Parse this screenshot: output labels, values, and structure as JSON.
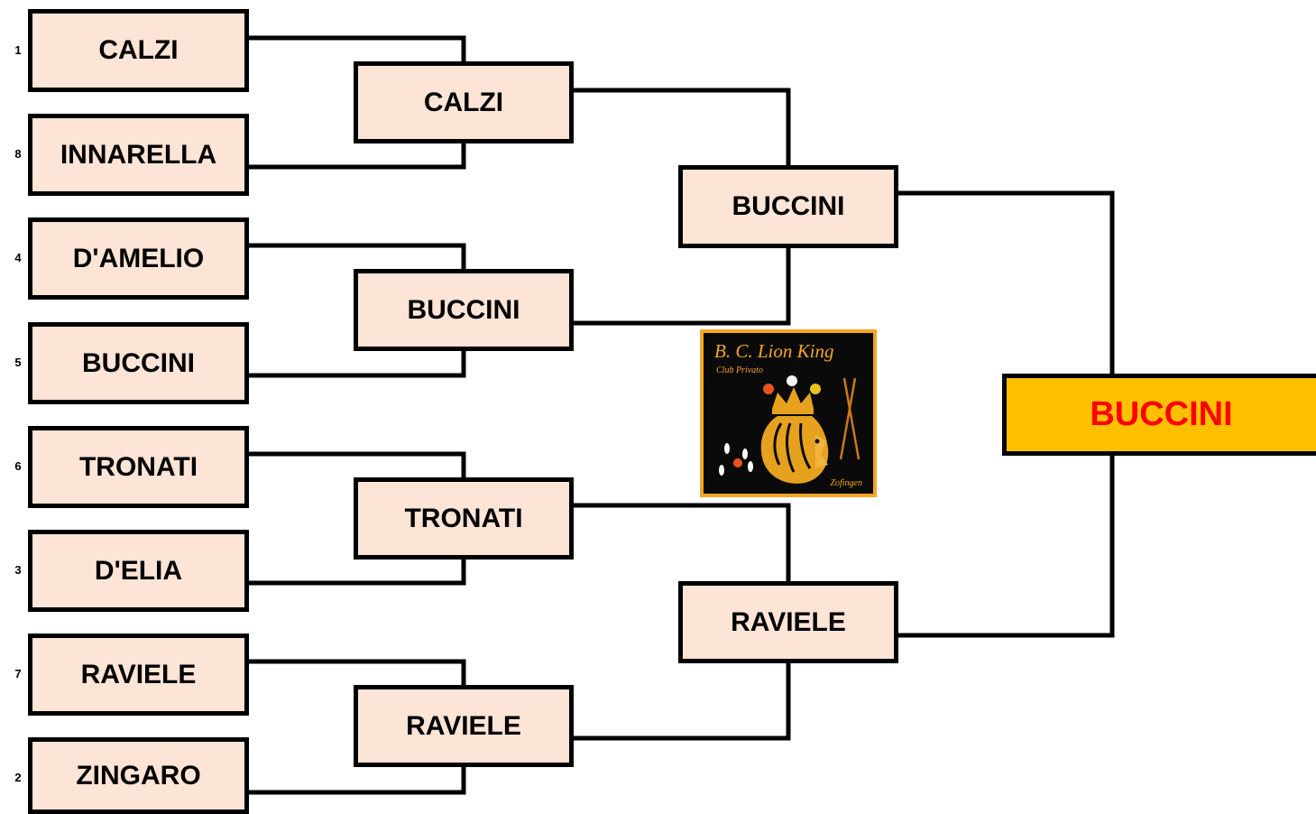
{
  "colors": {
    "box_fill": "#fce4d6",
    "champion_fill": "#ffc000",
    "champion_text": "#ff0000",
    "line": "#000000",
    "logo_accent": "#f5a623"
  },
  "round1": [
    {
      "seed": "1",
      "name": "CALZI"
    },
    {
      "seed": "8",
      "name": "INNARELLA"
    },
    {
      "seed": "4",
      "name": "D'AMELIO"
    },
    {
      "seed": "5",
      "name": "BUCCINI"
    },
    {
      "seed": "6",
      "name": "TRONATI"
    },
    {
      "seed": "3",
      "name": "D'ELIA"
    },
    {
      "seed": "7",
      "name": "RAVIELE"
    },
    {
      "seed": "2",
      "name": "ZINGARO"
    }
  ],
  "round2": [
    {
      "name": "CALZI"
    },
    {
      "name": "BUCCINI"
    },
    {
      "name": "TRONATI"
    },
    {
      "name": "RAVIELE"
    }
  ],
  "semifinal": [
    {
      "name": "BUCCINI"
    },
    {
      "name": "RAVIELE"
    }
  ],
  "champion": {
    "name": "BUCCINI"
  },
  "logo": {
    "title": "B. C. Lion King",
    "subtitle": "Club Privato",
    "place": "Zofingen"
  }
}
